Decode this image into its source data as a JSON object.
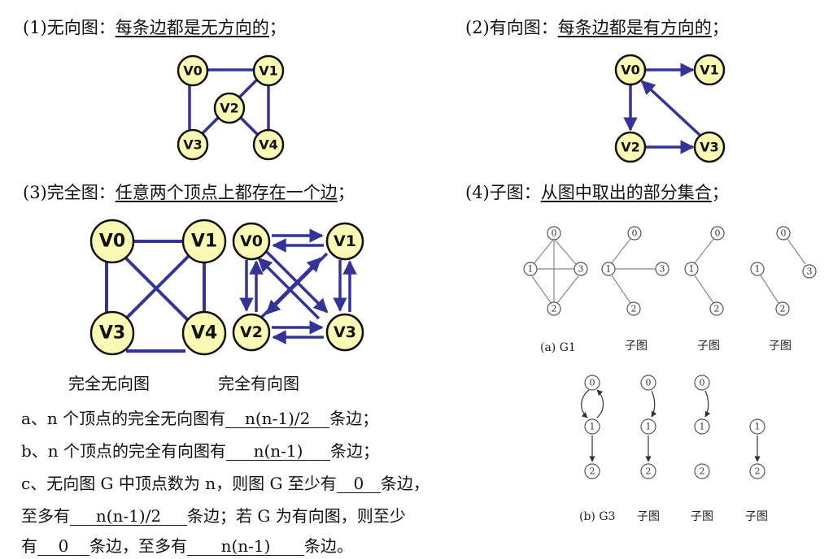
{
  "sections": {
    "s1": {
      "label": "(1)无向图：",
      "desc": "每条边都是无方向的",
      "end": "；"
    },
    "s2": {
      "label": "(2)有向图：",
      "desc": "每条边都是有方向的",
      "end": "；"
    },
    "s3": {
      "label": "(3)完全图：",
      "desc": "任意两个顶点上都存在一个边",
      "end": "；"
    },
    "s4": {
      "label": "(4)子图：",
      "desc": "从图中取出的部分集合",
      "end": "；"
    }
  },
  "graphs": {
    "undirected": {
      "nodes": [
        "V0",
        "V1",
        "V2",
        "V3",
        "V4"
      ]
    },
    "directed": {
      "nodes": [
        "V0",
        "V1",
        "V2",
        "V3"
      ]
    },
    "complete_undirected": {
      "nodes": [
        "V0",
        "V1",
        "V3",
        "V4"
      ],
      "caption": "完全无向图"
    },
    "complete_directed": {
      "nodes": [
        "V0",
        "V1",
        "V2",
        "V3"
      ],
      "caption": "完全有向图"
    }
  },
  "subgraphs": {
    "g1_caption": "(a) G1",
    "g3_caption": "(b) G3",
    "sub_label": "子图",
    "node_labels": [
      "0",
      "1",
      "2",
      "3"
    ]
  },
  "facts": {
    "a": {
      "prefix": "a、n 个顶点的完全无向图有",
      "blank": "n(n-1)/2",
      "suffix": "条边；"
    },
    "b": {
      "prefix": "b、n 个顶点的完全有向图有",
      "blank": "n(n-1)",
      "suffix": "条边；"
    },
    "c": {
      "line1_prefix": "c、无向图 G 中顶点数为 n，则图 G 至少有",
      "line1_blank": "0",
      "line1_suffix": "条边，",
      "line2_prefix": "至多有",
      "line2_blank": "n(n-1)/2",
      "line2_suffix": "条边；若 G 为有向图，则至少",
      "line3_prefix": "有",
      "line3_blank": "0",
      "line3_mid": "条边，至多有",
      "line3_blank2": "n(n-1)",
      "line3_suffix": "条边。"
    }
  },
  "colors": {
    "node_fill": "#fafab4",
    "edge": "#33339a"
  }
}
